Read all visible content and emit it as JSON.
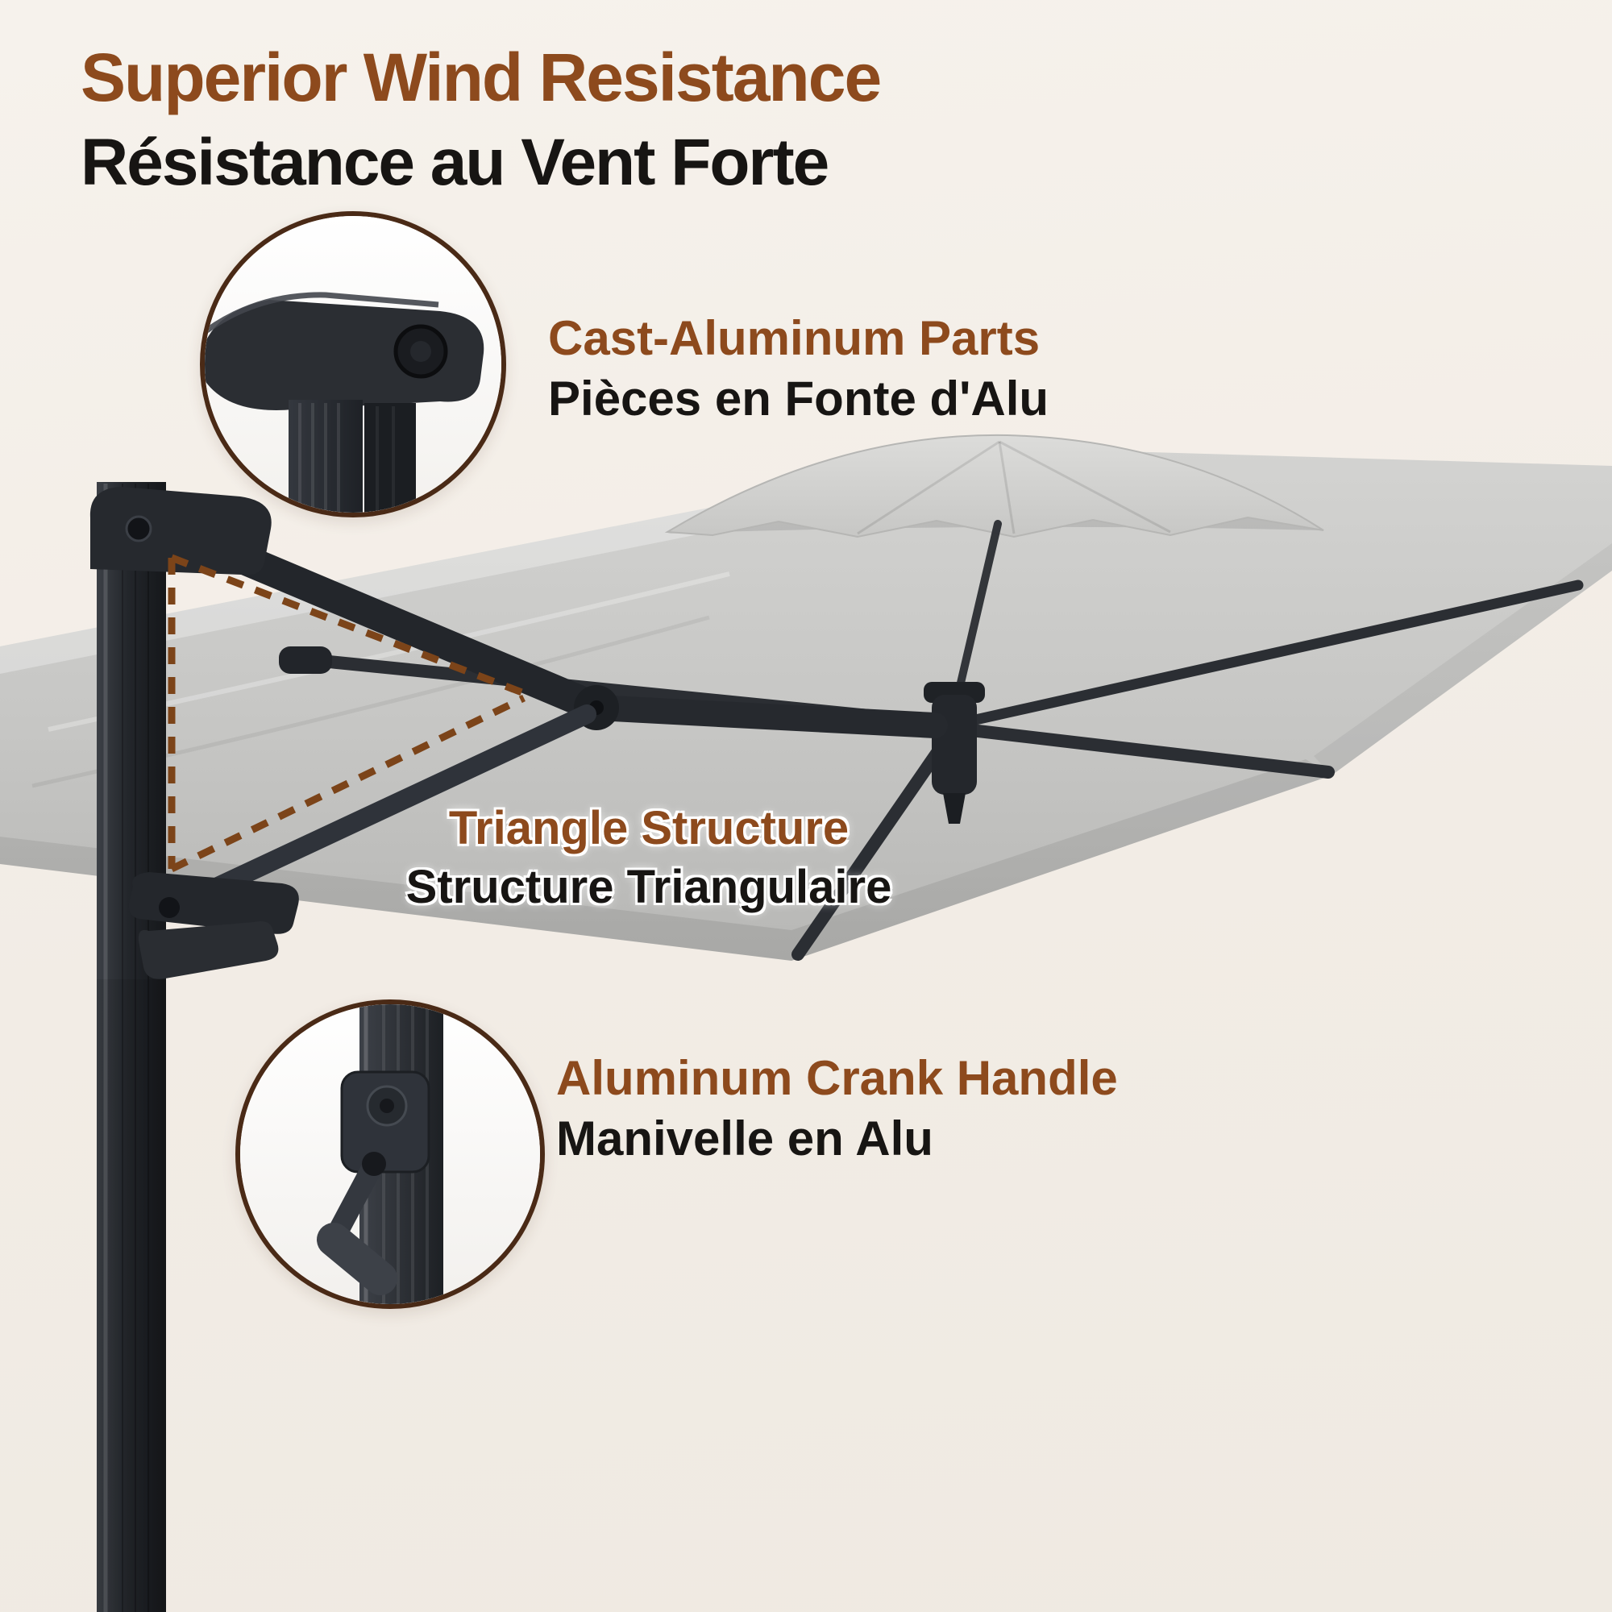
{
  "colors": {
    "accent": "#8d4a1d",
    "ink": "#171513",
    "circle-border": "#4a2a16",
    "dash": "#7c4419",
    "bg-top": "#f6f2ec",
    "bg-mid": "#f2ece5",
    "bg-bottom": "#efeae2"
  },
  "header": {
    "title_en": "Superior Wind Resistance",
    "title_fr": "Résistance au Vent Forte"
  },
  "features": [
    {
      "id": "cast-aluminum",
      "title_en": "Cast-Aluminum Parts",
      "title_fr": "Pièces en Fonte d'Alu"
    },
    {
      "id": "triangle-structure",
      "title_en": "Triangle Structure",
      "title_fr": "Structure Triangulaire"
    },
    {
      "id": "crank-handle",
      "title_en": "Aluminum Crank Handle",
      "title_fr": "Manivelle en Alu"
    }
  ],
  "illustration": {
    "subject": "cantilever patio umbrella with gray square canopy, wind vent and dark aluminum frame",
    "callout_cast": "close-up of cast-aluminum arm joint",
    "callout_crank": "close-up of aluminum crank handle on pole",
    "annotation": "dashed triangle outline between pole, arm and support strut"
  }
}
